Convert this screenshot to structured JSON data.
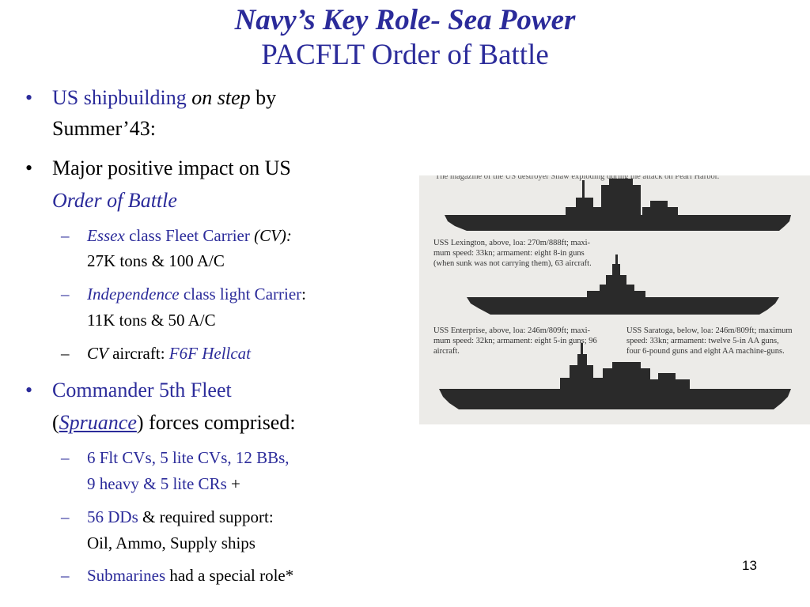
{
  "title": {
    "line1": "Navy’s Key Role- Sea Power",
    "line2": "PACFLT Order of Battle"
  },
  "bullets": {
    "b1": {
      "p1": "US shipbuilding ",
      "p2": "on step",
      "p3": " by",
      "line2": "Summer’43:"
    },
    "b2": {
      "line1": "Major positive impact on US",
      "line2": "Order of Battle"
    },
    "s1": {
      "p1": "Essex",
      "p2": " class Fleet Carrier ",
      "p3": "(CV):",
      "line2": "27K tons & 100 A/C"
    },
    "s2": {
      "p1": "Independence",
      "p2": " class light Carrier",
      "p3": ":",
      "line2": "11K tons & 50 A/C"
    },
    "s3": {
      "p1": "CV",
      "p2": " aircraft: ",
      "p3": "F6F Hellcat"
    },
    "b3": {
      "line1": "Commander 5th Fleet",
      "p1": "(",
      "p2": "Spruance",
      "p3": ") forces comprised:"
    },
    "s4": {
      "line1": "6 Flt CVs, 5 lite CVs, 12 BBs,",
      "p1": "9 heavy & 5 lite CRs",
      "p2": " +"
    },
    "s5": {
      "p1": "56 DDs",
      "p2": " & required support:",
      "line2": "Oil, Ammo, Supply ships"
    },
    "s6": {
      "p1": "Submarines",
      "p2": " had a special role*"
    },
    "bullet_char": "•",
    "dash_char": "–"
  },
  "figure": {
    "top_caption": "The magazine of the US destroyer Shaw exploding during the attack on Pearl Harbor.",
    "lexington": [
      "USS Lexington, above, loa: 270m/888ft; maxi-",
      "mum speed: 33kn; armament: eight 8-in guns",
      "(when sunk was not carrying them), 63 aircraft."
    ],
    "enterprise": [
      "USS Enterprise, above, loa: 246m/809ft; maxi-",
      "mum speed: 32kn; armament: eight 5-in guns; 96",
      "aircraft."
    ],
    "saratoga": [
      "USS Saratoga, below, loa: 246m/809ft; maximum",
      "speed: 33kn; armament: twelve 5-in AA guns,",
      "four 6-pound guns and eight AA machine-guns."
    ]
  },
  "page_number": "13",
  "colors": {
    "accent": "#2b2b9a",
    "silhouette": "#2a2a2a"
  }
}
